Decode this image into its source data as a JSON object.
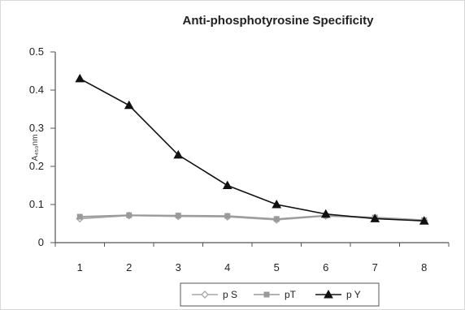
{
  "chart_data": {
    "type": "line",
    "title": "Anti-phosphotyrosine Specificity",
    "xlabel": "",
    "ylabel": "A₄₅₀nm",
    "x": [
      1,
      2,
      3,
      4,
      5,
      6,
      7,
      8
    ],
    "x_tick_labels": [
      "1",
      "2",
      "3",
      "4",
      "5",
      "6",
      "7",
      "8"
    ],
    "ylim": [
      0,
      0.5
    ],
    "y_ticks": [
      0,
      0.1,
      0.2,
      0.3,
      0.4,
      0.5
    ],
    "y_tick_labels": [
      "0",
      "0.1",
      "0.2",
      "0.3",
      "0.4",
      "0.5"
    ],
    "grid": false,
    "legend_position": "bottom",
    "series": [
      {
        "name": "pS",
        "legend_label": "p S",
        "values": [
          0.063,
          0.071,
          0.069,
          0.068,
          0.06,
          0.07,
          0.065,
          0.058
        ],
        "color": "#a7a7a7",
        "marker": "diamond-open"
      },
      {
        "name": "pT",
        "legend_label": "pT",
        "values": [
          0.068,
          0.072,
          0.071,
          0.07,
          0.062,
          0.071,
          0.066,
          0.059
        ],
        "color": "#9a9a9a",
        "marker": "square"
      },
      {
        "name": "pY",
        "legend_label": "p Y",
        "values": [
          0.43,
          0.36,
          0.23,
          0.15,
          0.1,
          0.075,
          0.063,
          0.057
        ],
        "color": "#111111",
        "marker": "triangle"
      }
    ]
  }
}
